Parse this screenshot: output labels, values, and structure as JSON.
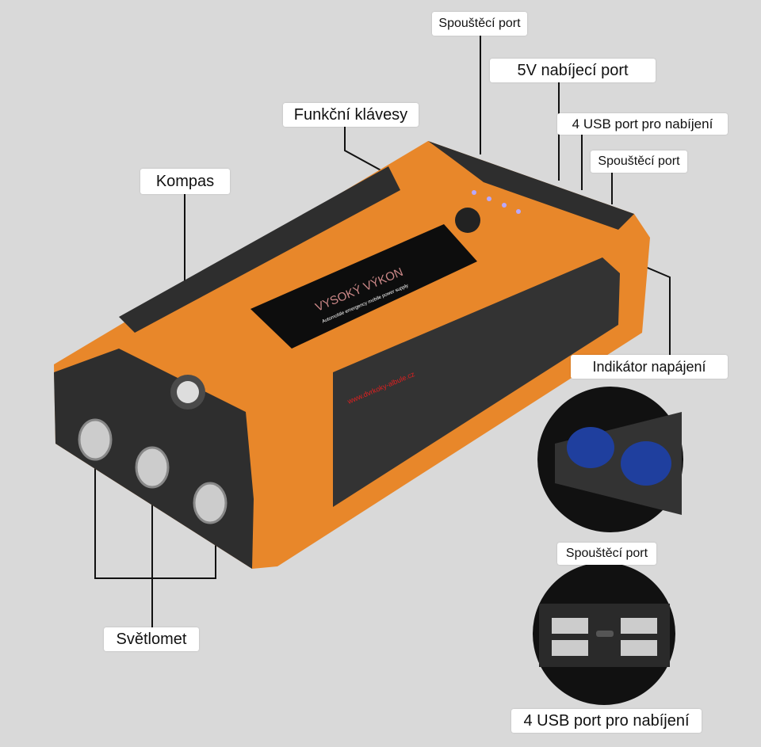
{
  "labels": {
    "trigger_port_top": "Spouštěcí port",
    "charging_port_5v": "5V nabíjecí port",
    "function_keys": "Funkční klávesy",
    "usb_ports_top": "4 USB port pro nabíjení",
    "trigger_port_side": "Spouštěcí port",
    "compass": "Kompas",
    "power_indicator": "Indikátor napájení",
    "trigger_port_inset": "Spouštěcí port",
    "headlight": "Světlomet",
    "usb_ports_inset": "4 USB port pro nabíjení"
  },
  "device": {
    "brand": "VYSOKÝ VÝKON",
    "tagline": "Automobile emergency mobile power supply",
    "watermark": "www.dvrkoky-albule.cz"
  },
  "colors": {
    "background": "#d9d9d9",
    "body_orange": "#e8872a",
    "rubber_dark": "#2e2e2e",
    "clamp_blue": "#1f3f9e"
  }
}
